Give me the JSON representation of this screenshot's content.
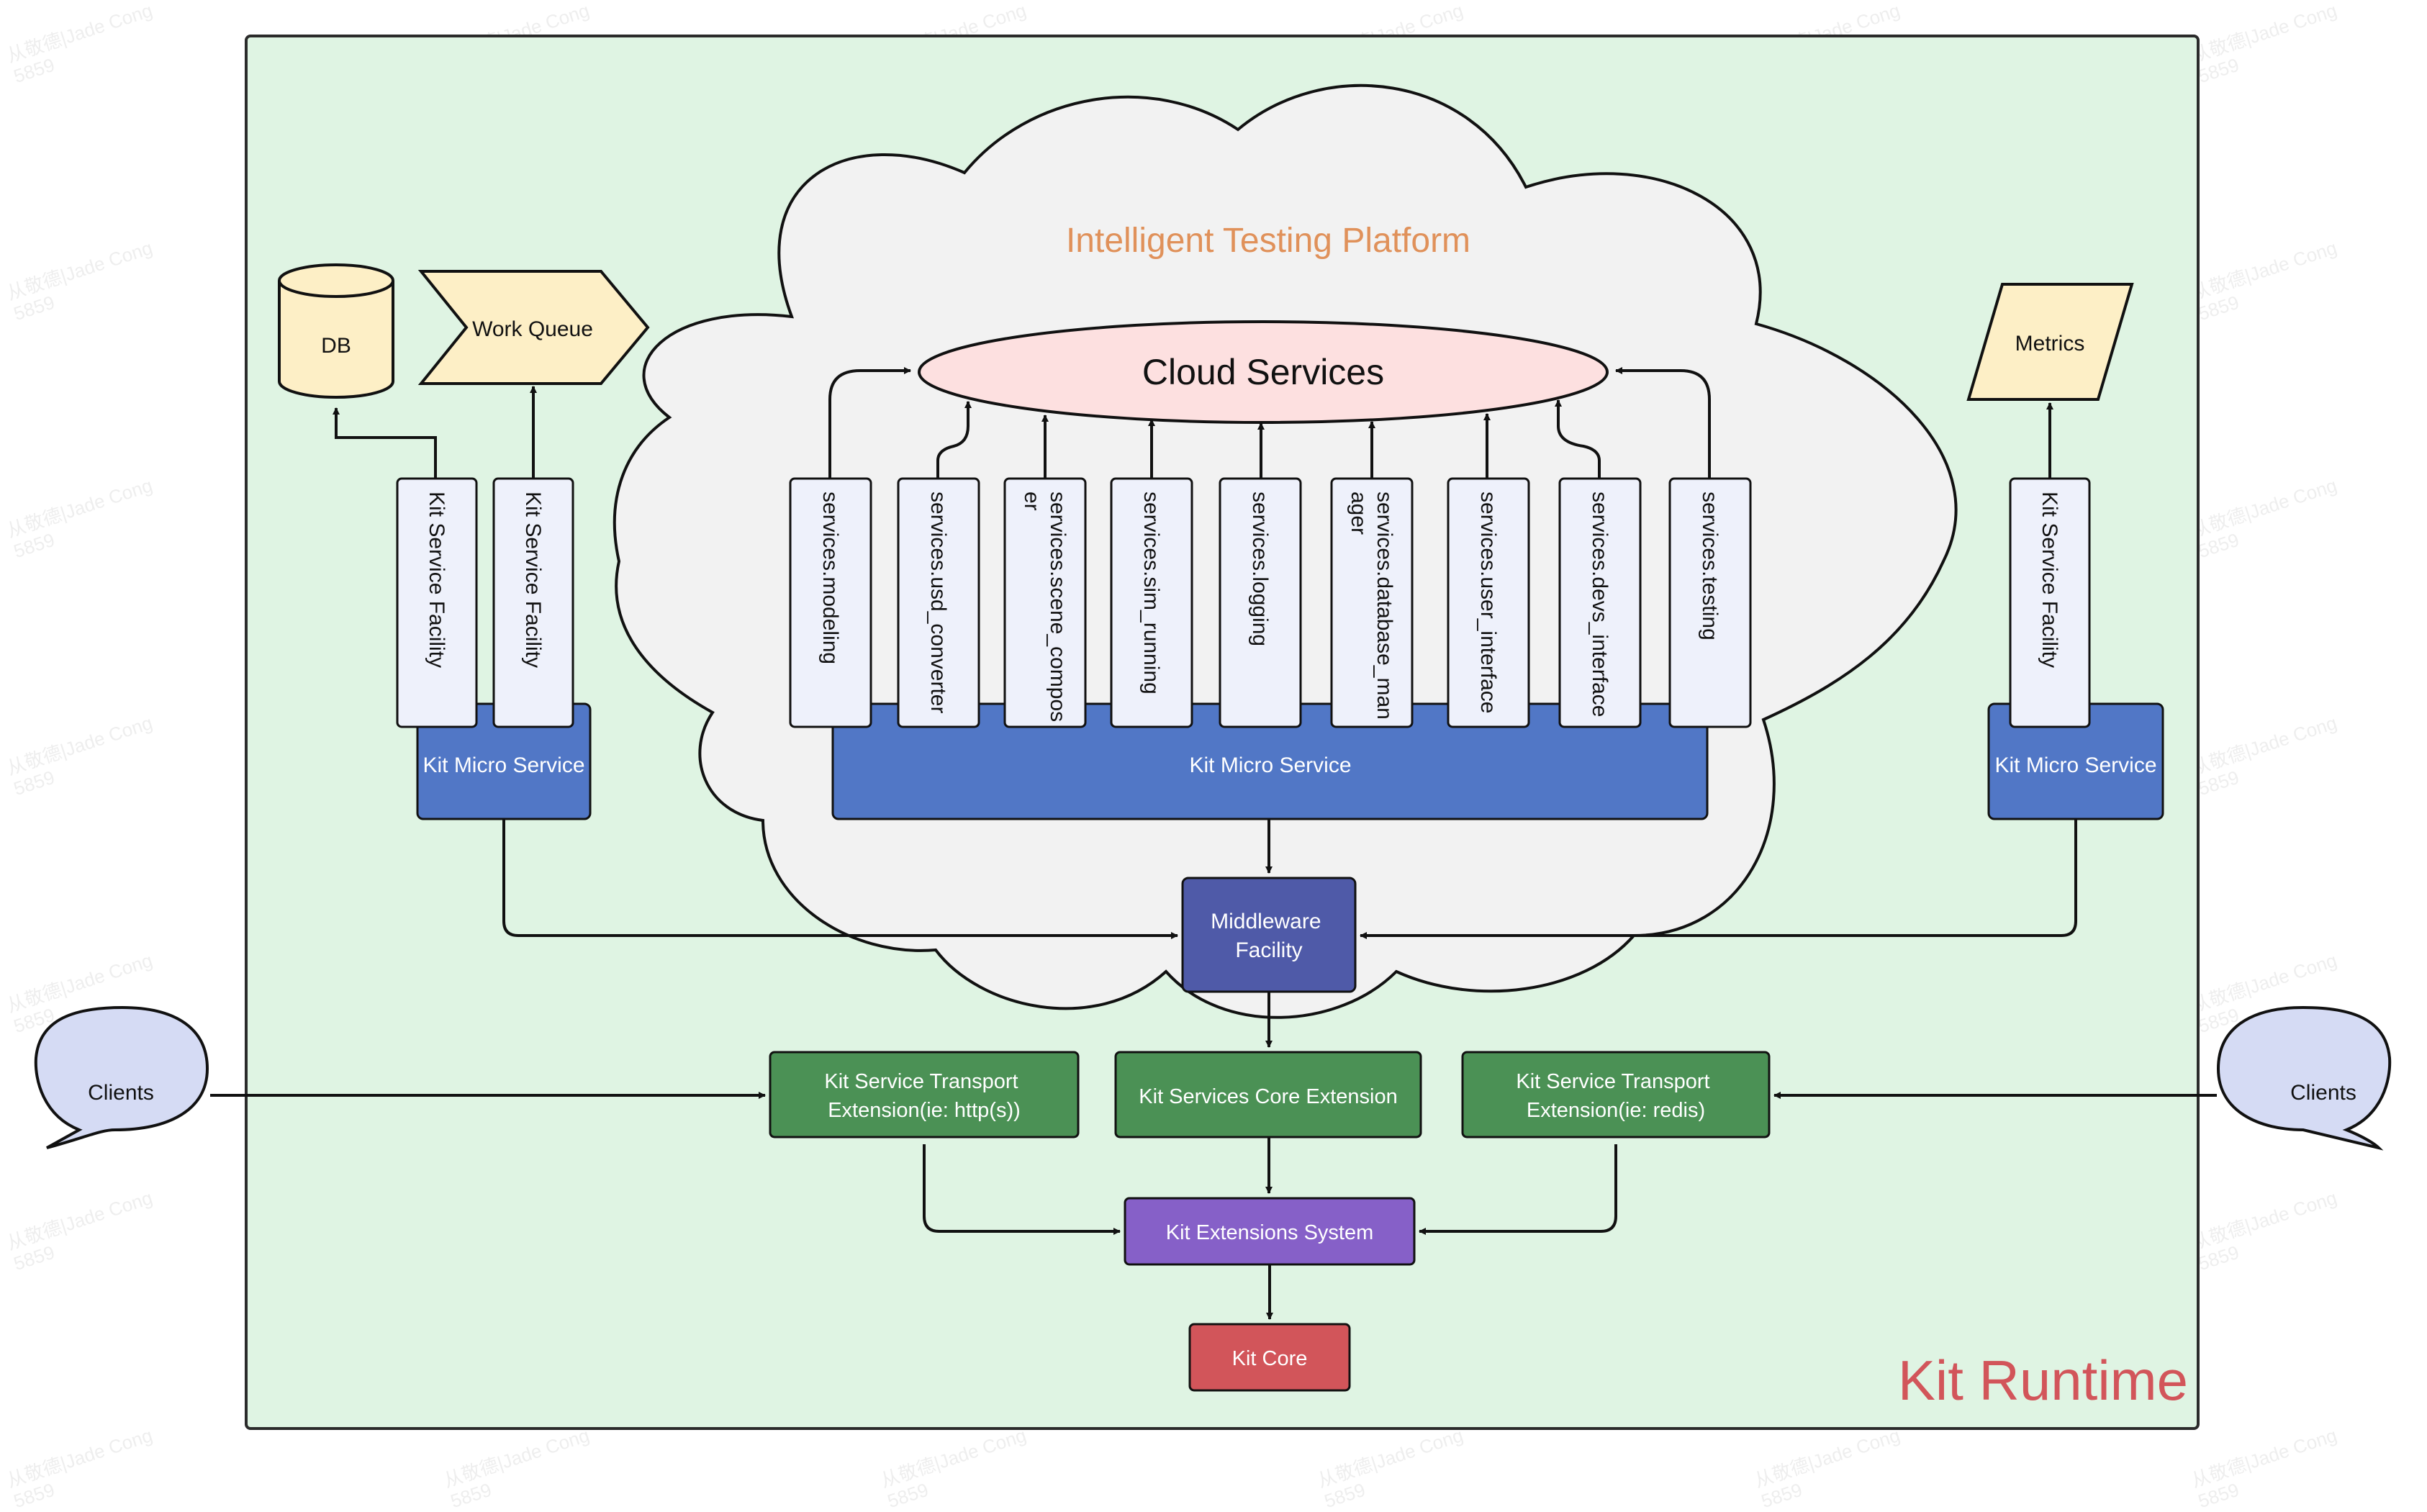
{
  "colors": {
    "runtime_bg": "#dff4e3",
    "runtime_border": "#2b2b2b",
    "cloud_fill": "#f2f2f2",
    "ellipse_fill": "#fde0e0",
    "service_fill": "#eef1fb",
    "micro_service": "#5177c6",
    "middleware": "#4f5aa8",
    "green_box": "#4b9155",
    "extensions": "#8660c8",
    "core": "#d2555a",
    "yellow_shape": "#fdefc6",
    "clients_fill": "#d5dbf4",
    "title_orange": "#e0915a",
    "runtime_red": "#d2555a"
  },
  "platform_title": "Intelligent Testing Platform",
  "runtime_label": "Kit Runtime",
  "cloud_services_label": "Cloud Services",
  "db_label": "DB",
  "work_queue_label": "Work Queue",
  "metrics_label": "Metrics",
  "left_facilities": [
    "Kit Service Facility",
    "Kit Service Facility"
  ],
  "right_facility": "Kit Service Facility",
  "micro_service_left": "Kit Micro Service",
  "micro_service_center": "Kit Micro Service",
  "micro_service_right": "Kit Micro Service",
  "services": [
    [
      "services.modeling"
    ],
    [
      "services.usd_converter"
    ],
    [
      "services.scene_compos",
      "er"
    ],
    [
      "services.sim_running"
    ],
    [
      "services.logging"
    ],
    [
      "services.database_man",
      "ager"
    ],
    [
      "services.user_interface"
    ],
    [
      "services.devs_interface"
    ],
    [
      "services.testing"
    ]
  ],
  "middleware_lines": [
    "Middleware",
    "Facility"
  ],
  "transport_http_lines": [
    "Kit Service Transport",
    "Extension(ie: http(s))"
  ],
  "core_extension": "Kit Services Core Extension",
  "transport_redis_lines": [
    "Kit Service Transport",
    "Extension(ie: redis)"
  ],
  "extensions_system": "Kit Extensions System",
  "kit_core": "Kit Core",
  "clients_left": "Clients",
  "clients_right": "Clients",
  "watermark_lines": [
    "从敬德|Jade Cong",
    "5859"
  ]
}
